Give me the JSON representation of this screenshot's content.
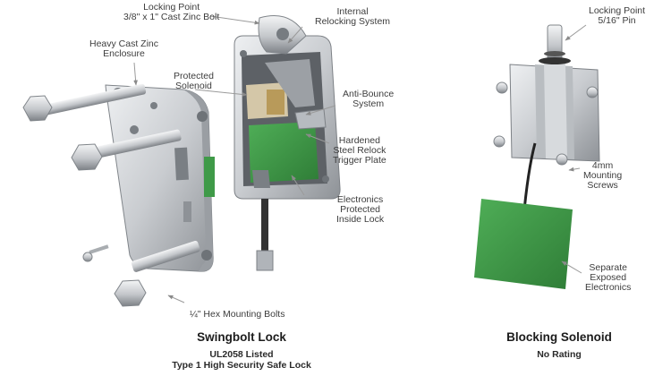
{
  "swingbolt": {
    "title": "Swingbolt Lock",
    "subtitle_lines": [
      "UL2058 Listed",
      "Type 1 High Security Safe Lock"
    ],
    "labels": {
      "locking_point": [
        "Locking Point",
        "3/8\" x 1\" Cast Zinc Bolt"
      ],
      "internal_relocking": [
        "Internal",
        "Relocking System"
      ],
      "enclosure": [
        "Heavy Cast Zinc",
        "Enclosure"
      ],
      "solenoid": [
        "Protected",
        "Solenoid"
      ],
      "anti_bounce": [
        "Anti-Bounce",
        "System"
      ],
      "trigger_plate": [
        "Hardened",
        "Steel Relock",
        "Trigger Plate"
      ],
      "electronics": [
        "Electronics",
        "Protected",
        "Inside Lock"
      ],
      "bolts": [
        "¼\" Hex Mounting Bolts"
      ]
    }
  },
  "blocking": {
    "title": "Blocking Solenoid",
    "subtitle_lines": [
      "No Rating"
    ],
    "labels": {
      "locking_point": [
        "Locking Point",
        "5/16\" Pin"
      ],
      "screws": [
        "4mm",
        "Mounting",
        "Screws"
      ],
      "electronics": [
        "Separate",
        "Exposed",
        "Electronics"
      ]
    }
  },
  "colors": {
    "metal": "#c9ccd0",
    "metal_dark": "#8e9297",
    "pcb_green": "#3f9a48",
    "label_text": "#3d3d3d",
    "leader": "#9a9a9a"
  }
}
